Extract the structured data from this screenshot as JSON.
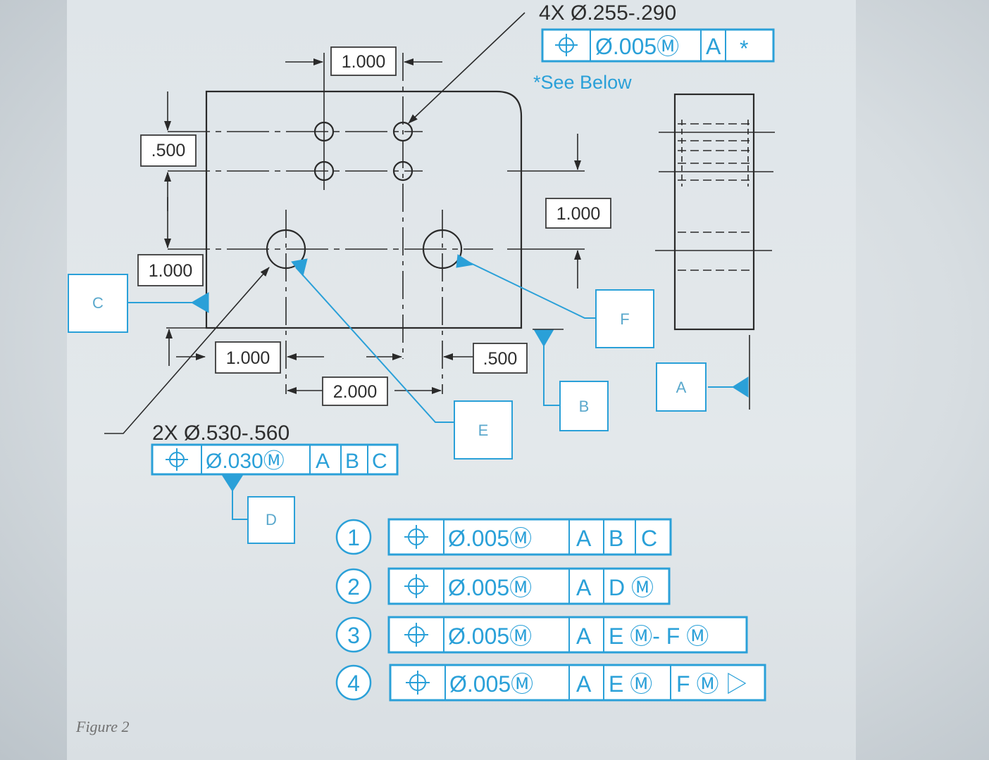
{
  "figure_caption": "Figure 2",
  "callouts": {
    "small_holes": "4X Ø.255-.290",
    "large_holes": "2X Ø.530-.560",
    "see_below": "*See Below"
  },
  "dimensions": {
    "top_spacing": "1.000",
    "left_upper": ".500",
    "left_lower": "1.000",
    "right_height": "1.000",
    "bottom_left": "1.000",
    "bottom_middle": "2.000",
    "bottom_right": ".500"
  },
  "datum_labels": [
    "C",
    "F",
    "B",
    "A",
    "E",
    "D"
  ],
  "fcf_small": {
    "symbol": "⌖",
    "tolerance": "Ø.005Ⓜ",
    "datum1": "A",
    "datum2": "*"
  },
  "fcf_large": {
    "symbol": "⌖",
    "tolerance": "Ø.030Ⓜ",
    "datums": [
      "A",
      "B",
      "C"
    ]
  },
  "options": [
    {
      "number": "1",
      "tolerance": "Ø.005Ⓜ",
      "cells": [
        "A",
        "B",
        "C"
      ]
    },
    {
      "number": "2",
      "tolerance": "Ø.005Ⓜ",
      "cells": [
        "A",
        "D Ⓜ"
      ]
    },
    {
      "number": "3",
      "tolerance": "Ø.005Ⓜ",
      "cells": [
        "A",
        "E Ⓜ- F Ⓜ"
      ]
    },
    {
      "number": "4",
      "tolerance": "Ø.005Ⓜ",
      "cells": [
        "A",
        "E Ⓜ",
        "F Ⓜ ▷"
      ]
    }
  ],
  "colors": {
    "accent": "#2aa0d8",
    "ink": "#2a2a2a"
  }
}
